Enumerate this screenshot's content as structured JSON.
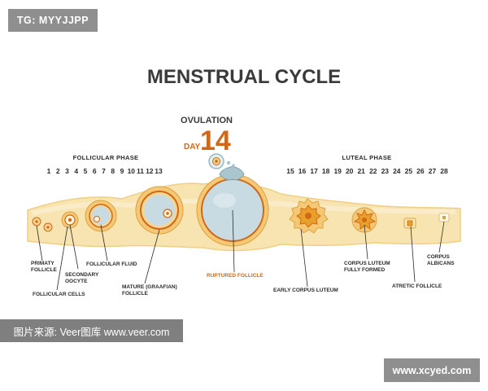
{
  "watermarks": {
    "top_left": "TG: MYYJJPP",
    "bottom_left": "图片来源:  Veer图库 www.veer.com",
    "bottom_right": "www.xcyed.com"
  },
  "diagram": {
    "title": "MENSTRUAL CYCLE",
    "ovulation_label": "OVULATION",
    "day_label": "DAY",
    "day_number": "14",
    "follicular_phase": {
      "label": "FOLLICULAR  PHASE",
      "days": [
        "1",
        "2",
        "3",
        "4",
        "5",
        "6",
        "7",
        "8",
        "9",
        "10",
        "11",
        "12",
        "13"
      ]
    },
    "luteal_phase": {
      "label": "LUTEAL PHASE",
      "days": [
        "15",
        "16",
        "17",
        "18",
        "19",
        "20",
        "21",
        "22",
        "23",
        "24",
        "25",
        "26",
        "27",
        "28"
      ]
    },
    "labels": {
      "primary_follicle": [
        "PRIMATY",
        "FOLLICLE"
      ],
      "secondary_oocyte": [
        "SECONDARY",
        "OOCYTE"
      ],
      "follicular_cells": "FOLLICULAR CELLS",
      "follicular_fluid": "FOLLICULAR FLUID",
      "mature_follicle": [
        "MATURE (GRAAFIAN)",
        "FOLLICLE"
      ],
      "ruptured_follicle": "RUPTURED FOLLICLE",
      "early_corpus_luteum": "EARLY CORPUS LUTEUM",
      "corpus_luteum_fully_formed": [
        "CORPUS LUTEUM",
        "FULLY FORMED"
      ],
      "atretic_follicle": "ATRETIC FOLLICLE",
      "corpus_albicans": [
        "CORPUS",
        "ALBICANS"
      ]
    },
    "colors": {
      "tissue": "#f8e4b0",
      "tissue_edge": "#f0cf84",
      "accent_orange": "#d06818",
      "follicle_fluid": "#c9dbe2",
      "corpus_luteum": "#e8a02a"
    }
  }
}
